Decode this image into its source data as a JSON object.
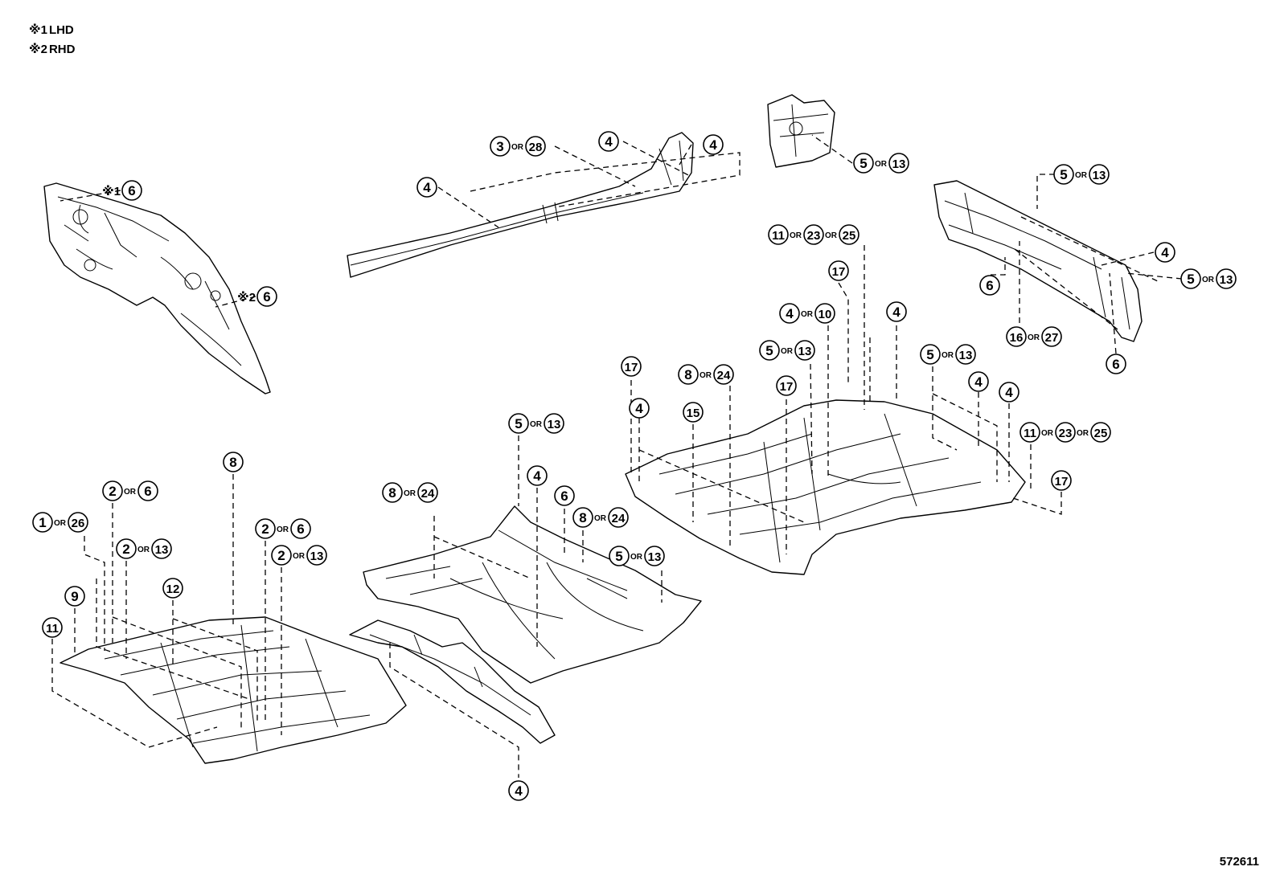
{
  "legend": [
    {
      "mark": "※1",
      "text": "LHD"
    },
    {
      "mark": "※2",
      "text": "RHD"
    }
  ],
  "figure_id": "572611",
  "or_word": "OR",
  "callouts": [
    {
      "parts": [
        "6"
      ],
      "note": "※1"
    },
    {
      "parts": [
        "6"
      ],
      "note": "※2"
    },
    {
      "parts": [
        "4"
      ]
    },
    {
      "parts": [
        "3",
        "28"
      ]
    },
    {
      "parts": [
        "4"
      ]
    },
    {
      "parts": [
        "4"
      ]
    },
    {
      "parts": [
        "5",
        "13"
      ]
    },
    {
      "parts": [
        "5",
        "13"
      ]
    },
    {
      "parts": [
        "4"
      ]
    },
    {
      "parts": [
        "5",
        "13"
      ]
    },
    {
      "parts": [
        "6"
      ]
    },
    {
      "parts": [
        "16",
        "27"
      ]
    },
    {
      "parts": [
        "6"
      ]
    },
    {
      "parts": [
        "11",
        "23",
        "25"
      ]
    },
    {
      "parts": [
        "17"
      ]
    },
    {
      "parts": [
        "4",
        "10"
      ]
    },
    {
      "parts": [
        "4"
      ]
    },
    {
      "parts": [
        "5",
        "13"
      ]
    },
    {
      "parts": [
        "5",
        "13"
      ]
    },
    {
      "parts": [
        "4"
      ]
    },
    {
      "parts": [
        "4"
      ]
    },
    {
      "parts": [
        "17"
      ]
    },
    {
      "parts": [
        "8",
        "24"
      ]
    },
    {
      "parts": [
        "17"
      ]
    },
    {
      "parts": [
        "4"
      ]
    },
    {
      "parts": [
        "15"
      ]
    },
    {
      "parts": [
        "11",
        "23",
        "25"
      ]
    },
    {
      "parts": [
        "17"
      ]
    },
    {
      "parts": [
        "5",
        "13"
      ]
    },
    {
      "parts": [
        "4"
      ]
    },
    {
      "parts": [
        "6"
      ]
    },
    {
      "parts": [
        "8",
        "24"
      ]
    },
    {
      "parts": [
        "8",
        "24"
      ]
    },
    {
      "parts": [
        "5",
        "13"
      ]
    },
    {
      "parts": [
        "8"
      ]
    },
    {
      "parts": [
        "2",
        "6"
      ]
    },
    {
      "parts": [
        "1",
        "26"
      ]
    },
    {
      "parts": [
        "2",
        "13"
      ]
    },
    {
      "parts": [
        "2",
        "6"
      ]
    },
    {
      "parts": [
        "2",
        "13"
      ]
    },
    {
      "parts": [
        "9"
      ]
    },
    {
      "parts": [
        "12"
      ]
    },
    {
      "parts": [
        "11"
      ]
    },
    {
      "parts": [
        "4"
      ]
    }
  ]
}
